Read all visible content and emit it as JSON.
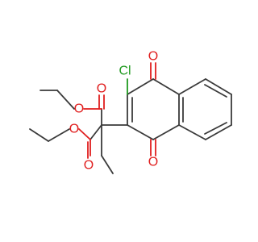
{
  "molecule": {
    "atoms": {
      "cl": {
        "label": "Cl",
        "color": "#1f9a1f"
      },
      "o_top": {
        "label": "O",
        "color": "#e01e1e"
      },
      "o_bottom": {
        "label": "O",
        "color": "#e01e1e"
      },
      "o_ester1_carbonyl": {
        "label": "O",
        "color": "#e01e1e"
      },
      "o_ester1_ether": {
        "label": "O",
        "color": "#e01e1e"
      },
      "o_ester2_carbonyl": {
        "label": "O",
        "color": "#e01e1e"
      },
      "o_ester2_ether": {
        "label": "O",
        "color": "#e01e1e"
      }
    },
    "bond_color": "#3a3a3a"
  }
}
